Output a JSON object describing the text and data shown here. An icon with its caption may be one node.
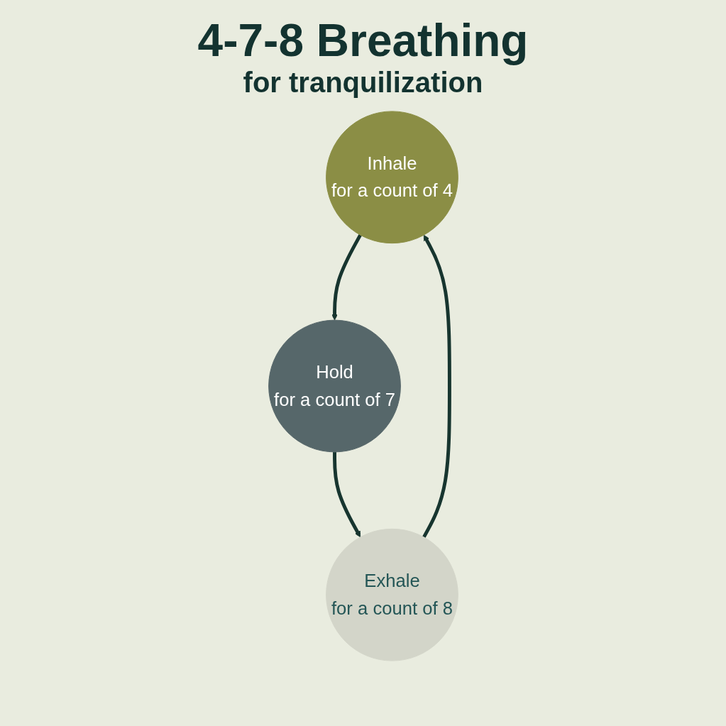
{
  "diagram": {
    "title": "4-7-8 Breathing",
    "nodes": [
      {
        "text": [
          "Inhale",
          "for a count of 4"
        ]
      },
      {
        "text": [
          "Hold",
          "for a count of 7"
        ]
      },
      {
        "text": [
          "Exhale",
          "for a count of 8"
        ]
      }
    ],
    "edges": [
      {
        "from": 0,
        "to": 1,
        "arrow": "to"
      },
      {
        "from": 1,
        "to": 2,
        "arrow": "to"
      },
      {
        "from": 2,
        "to": 0,
        "arrow": "to"
      }
    ],
    "labels": [
      "for tranquilization"
    ]
  }
}
